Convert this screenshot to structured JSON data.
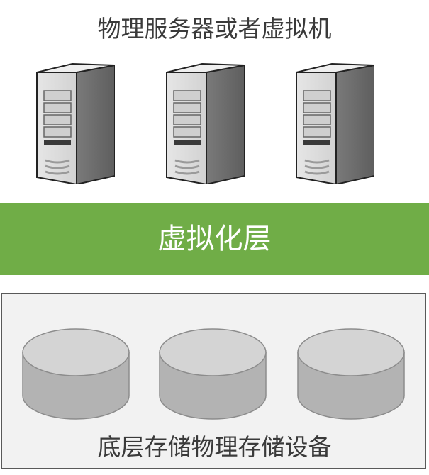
{
  "title": "物理服务器或者虚拟机",
  "virtualization_layer": {
    "label": "虚拟化层",
    "color": "#70ad47"
  },
  "storage": {
    "label": "底层存储物理存储设备"
  },
  "servers": [
    {
      "icon": "server-tower-icon"
    },
    {
      "icon": "server-tower-icon"
    },
    {
      "icon": "server-tower-icon"
    }
  ],
  "disks": [
    {
      "icon": "storage-disk-icon"
    },
    {
      "icon": "storage-disk-icon"
    },
    {
      "icon": "storage-disk-icon"
    }
  ]
}
